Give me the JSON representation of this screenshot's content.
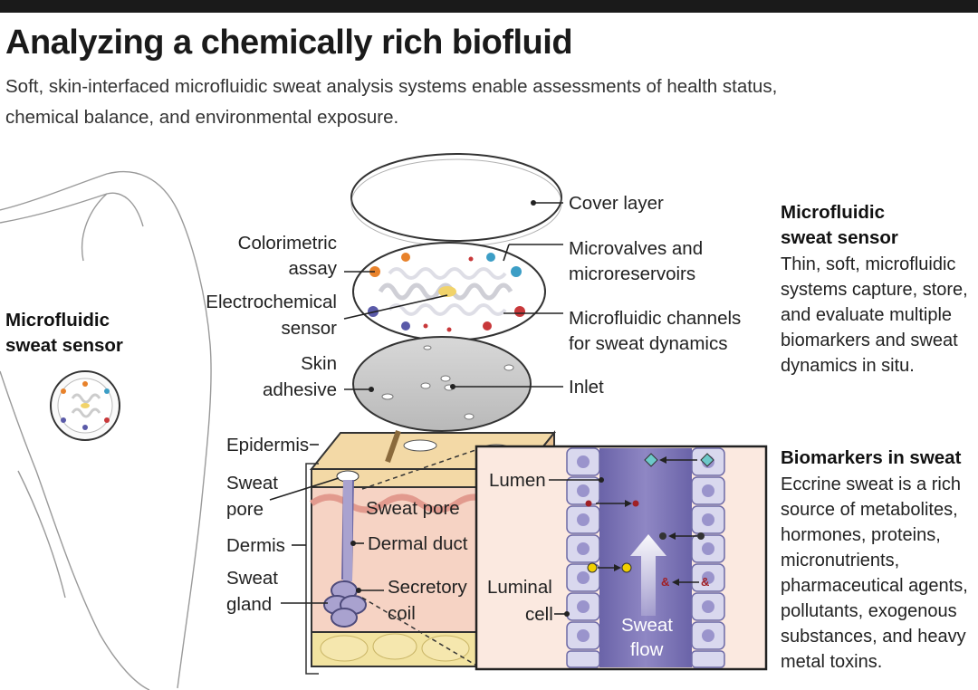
{
  "title": "Analyzing a chemically rich biofluid",
  "subtitle": {
    "line1": "Soft, skin-interfaced microfluidic sweat analysis systems enable assessments of health status,",
    "line2": "chemical balance, and environmental exposure."
  },
  "labels": {
    "cover_layer": "Cover layer",
    "colorimetric": [
      "Colorimetric",
      "assay"
    ],
    "microvalves": [
      "Microvalves and",
      "microreservoirs"
    ],
    "electrochemical": [
      "Electrochemical",
      "sensor"
    ],
    "channels": [
      "Microfluidic channels",
      "for sweat dynamics"
    ],
    "skin_adhesive": [
      "Skin",
      "adhesive"
    ],
    "inlet": "Inlet",
    "body_sensor": [
      "Microfluidic",
      "sweat sensor"
    ],
    "epidermis": "Epidermis",
    "sweat_pore_left": [
      "Sweat",
      "pore"
    ],
    "dermis": "Dermis",
    "sweat_gland": [
      "Sweat",
      "gland"
    ],
    "sweat_pore_in": "Sweat pore",
    "dermal_duct": "Dermal duct",
    "secretory_coil": [
      "Secretory",
      "coil"
    ],
    "lumen": "Lumen",
    "luminal_cell": [
      "Luminal",
      "cell"
    ],
    "sweat_flow": [
      "Sweat",
      "flow"
    ]
  },
  "panels": {
    "sensor": {
      "heading": [
        "Microfluidic",
        "sweat sensor"
      ],
      "body": [
        "Thin, soft, microfluidic",
        "systems capture, store,",
        "and evaluate multiple",
        "biomarkers and sweat",
        "dynamics in situ."
      ]
    },
    "biomarkers": {
      "heading": "Biomarkers in sweat",
      "body": [
        "Eccrine sweat is a rich",
        "source of metabolites,",
        "hormones, proteins,",
        "micronutrients,",
        "pharmaceutical agents,",
        "pollutants, exogenous",
        "substances, and heavy",
        "metal toxins."
      ]
    }
  },
  "colors": {
    "skin_top": "#f3d9a6",
    "dermis": "#f6d3c4",
    "fat": "#f2e3a0",
    "duct": "#a9a2cf",
    "lumen": "#7c72b4",
    "cell": "#d9d8ee",
    "adhesive": "#c9c9c9",
    "orange": "#e8822b",
    "teal": "#3c9ec6",
    "purple": "#5a5aa8",
    "red": "#c8383a"
  }
}
